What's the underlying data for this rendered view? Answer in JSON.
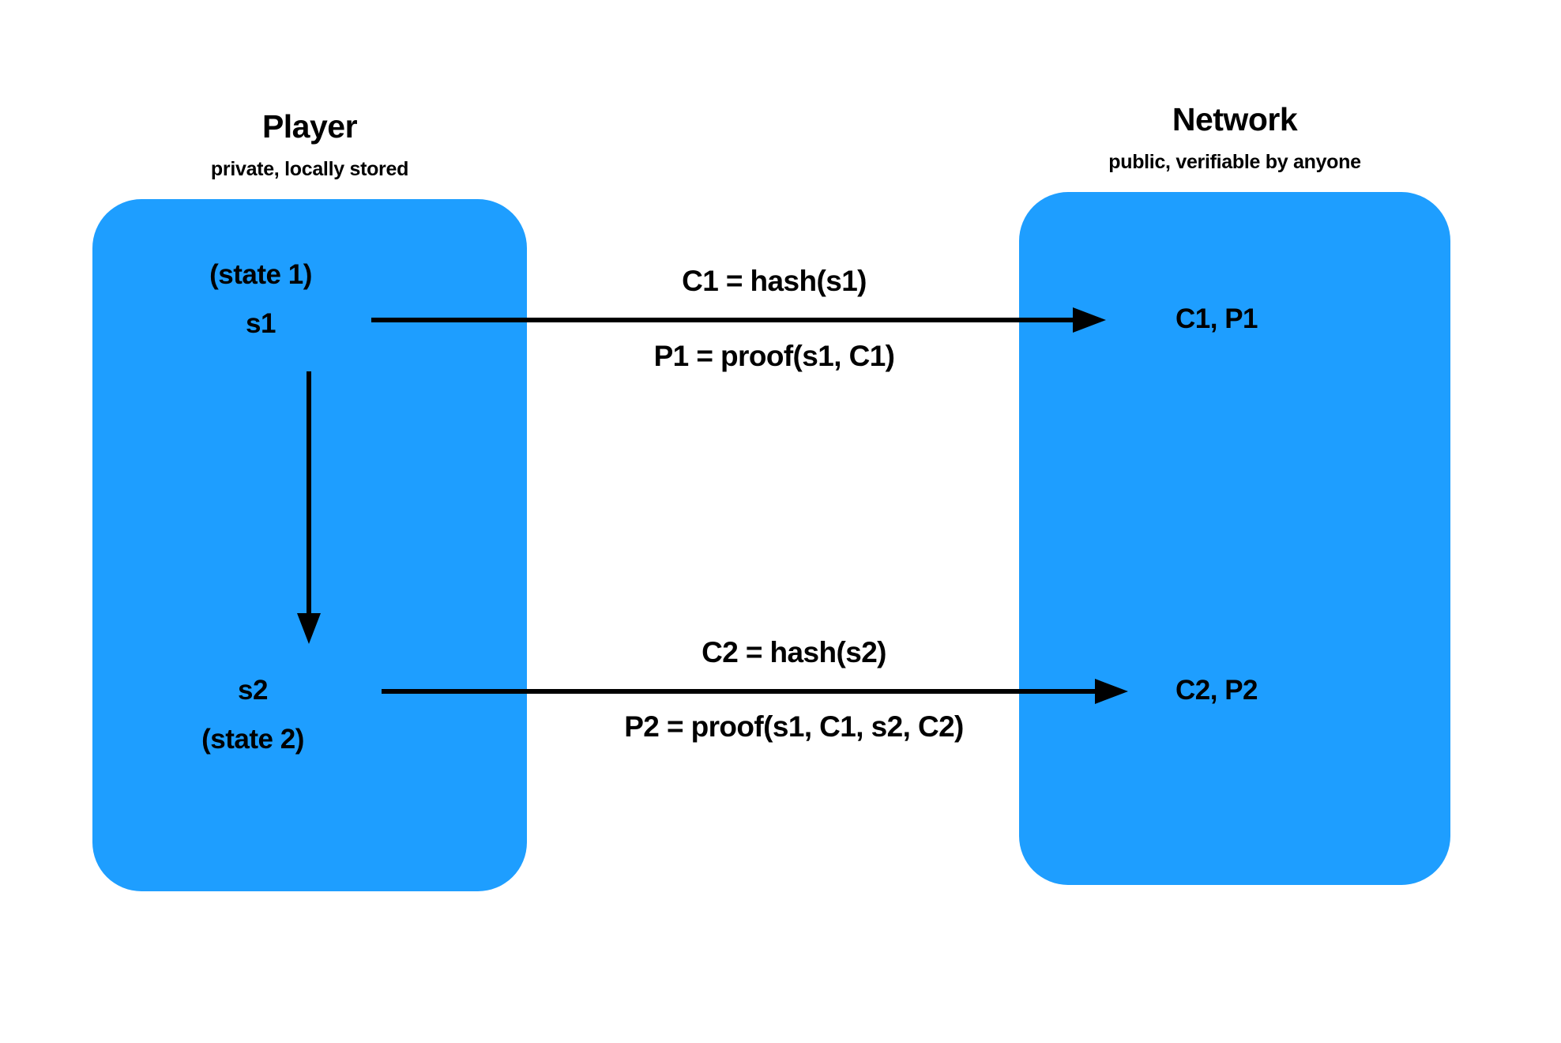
{
  "diagram": {
    "background_color": "#ffffff",
    "panel_color": "#1E9EFF",
    "text_color": "#000000",
    "columns": [
      {
        "id": "player",
        "title": "Player",
        "subtitle": "private, locally stored"
      },
      {
        "id": "network",
        "title": "Network",
        "subtitle": "public, verifiable by anyone"
      }
    ],
    "player_panel": {
      "state1_label": "(state 1)",
      "state1_value": "s1",
      "state2_value": "s2",
      "state2_label": "(state 2)"
    },
    "network_panel": {
      "row1": "C1, P1",
      "row2": "C2, P2"
    },
    "transitions": [
      {
        "id": "state1-to-state2",
        "direction": "down",
        "label": ""
      }
    ],
    "messages": [
      {
        "id": "message-1",
        "from": "player",
        "to": "network",
        "above_label": "C1 = hash(s1)",
        "below_label": "P1 = proof(s1, C1)"
      },
      {
        "id": "message-2",
        "from": "player",
        "to": "network",
        "above_label": "C2 = hash(s2)",
        "below_label": "P2 = proof(s1, C1, s2, C2)"
      }
    ]
  }
}
